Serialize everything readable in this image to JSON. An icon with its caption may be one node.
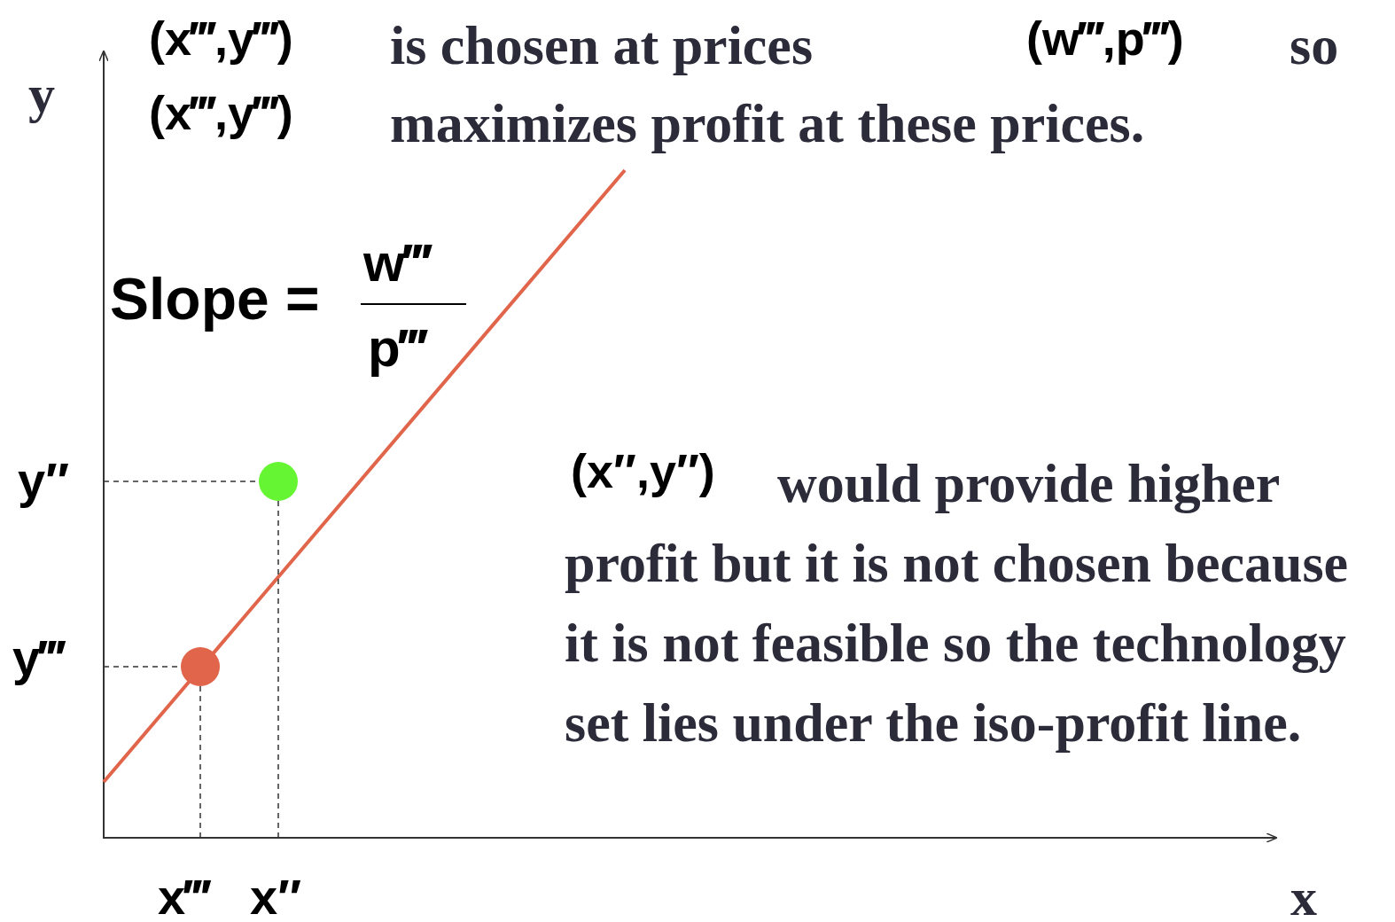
{
  "diagram": {
    "labels": [
      "y",
      "(x‴,y‴)",
      "is chosen at prices",
      "(w‴,p‴)",
      "so",
      "(x‴,y‴)",
      "maximizes profit at these prices.",
      "Slope =",
      "w‴",
      "p‴",
      "y″",
      "(x″,y″)",
      "would provide higher profit but it is not chosen because it is not feasible so the technology set lies under the iso-profit line.",
      "y‴",
      "x‴",
      "x″",
      "x"
    ]
  }
}
